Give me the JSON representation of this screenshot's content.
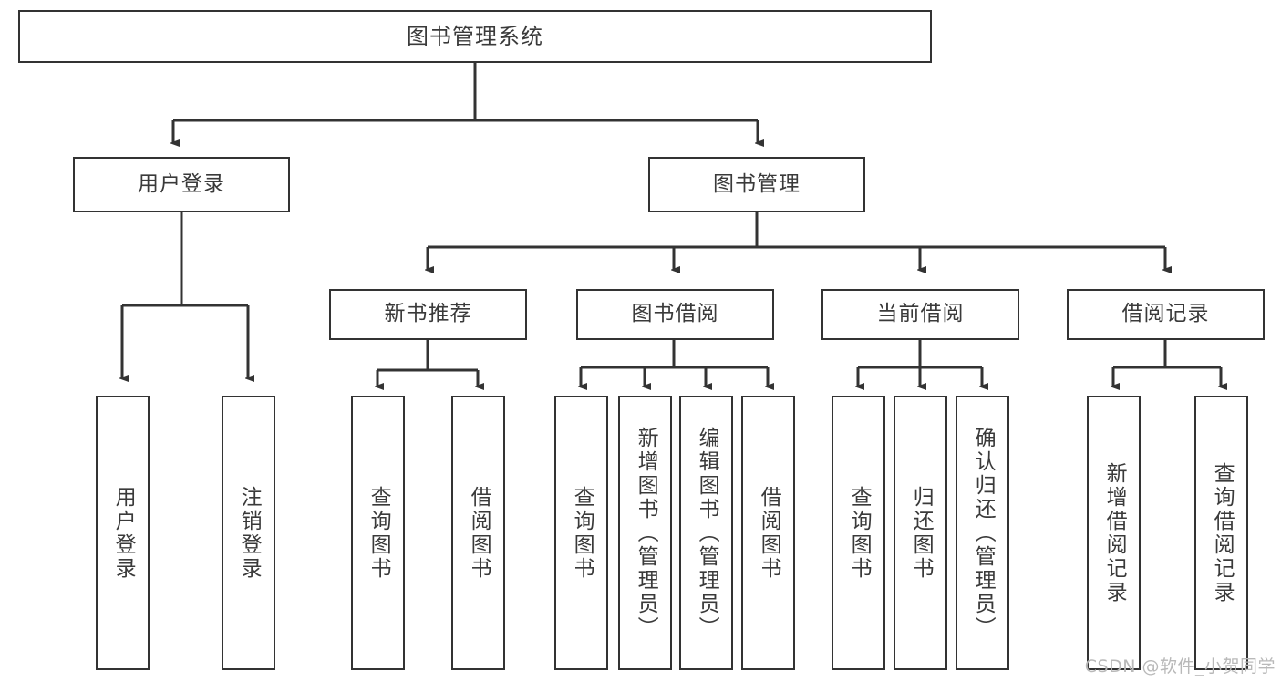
{
  "diagram": {
    "title": "图书管理系统",
    "type": "tree-structure-chart",
    "stroke_color": "#333333",
    "text_color": "#3a3a3a",
    "background_color": "#ffffff"
  },
  "root": {
    "label": "图书管理系统"
  },
  "level2": [
    {
      "label": "用户登录"
    },
    {
      "label": "图书管理"
    }
  ],
  "level3": [
    {
      "label": "新书推荐"
    },
    {
      "label": "图书借阅"
    },
    {
      "label": "当前借阅"
    },
    {
      "label": "借阅记录"
    }
  ],
  "leaves": {
    "user_login": [
      {
        "label": "用户登录"
      },
      {
        "label": "注销登录"
      }
    ],
    "new_book_recommend": [
      {
        "label": "查询图书"
      },
      {
        "label": "借阅图书"
      }
    ],
    "book_borrow": [
      {
        "label": "查询图书"
      },
      {
        "label": "新增图书（管理员）"
      },
      {
        "label": "编辑图书（管理员）"
      },
      {
        "label": "借阅图书"
      }
    ],
    "current_borrow": [
      {
        "label": "查询图书"
      },
      {
        "label": "归还图书"
      },
      {
        "label": "确认归还（管理员）"
      }
    ],
    "borrow_record": [
      {
        "label": "新增借阅记录"
      },
      {
        "label": "查询借阅记录"
      }
    ]
  },
  "watermark": {
    "text": "CSDN @软件_小贺同学"
  }
}
